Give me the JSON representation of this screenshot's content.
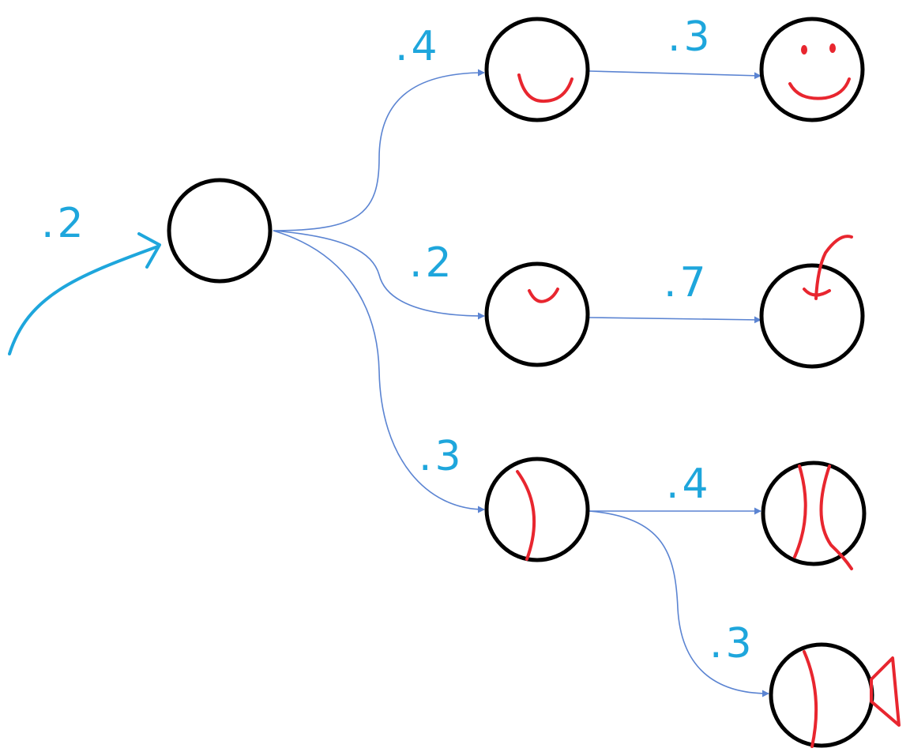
{
  "colors": {
    "node_stroke": "#000000",
    "feature_stroke": "#e8262f",
    "edge_stroke": "#5b84d2",
    "label_color": "#1ea6dc",
    "incoming_stroke": "#1ea6dc"
  },
  "incoming": {
    "label": ".2"
  },
  "nodes": [
    {
      "id": "root",
      "feature": "none"
    },
    {
      "id": "top-1",
      "feature": "wide-smile"
    },
    {
      "id": "top-2",
      "feature": "smiley-face"
    },
    {
      "id": "mid-1",
      "feature": "small-smile"
    },
    {
      "id": "mid-2",
      "feature": "apple-stem"
    },
    {
      "id": "bottom-1",
      "feature": "seam-arc"
    },
    {
      "id": "bottom-2",
      "feature": "baseball-seams"
    },
    {
      "id": "bottom-3",
      "feature": "fish-with-tail"
    }
  ],
  "edges": [
    {
      "from": "root",
      "to": "top-1",
      "label": ".4"
    },
    {
      "from": "root",
      "to": "mid-1",
      "label": ".2"
    },
    {
      "from": "root",
      "to": "bottom-1",
      "label": ".3"
    },
    {
      "from": "top-1",
      "to": "top-2",
      "label": ".3"
    },
    {
      "from": "mid-1",
      "to": "mid-2",
      "label": ".7"
    },
    {
      "from": "bottom-1",
      "to": "bottom-2",
      "label": ".4"
    },
    {
      "from": "bottom-1",
      "to": "bottom-3",
      "label": ".3"
    }
  ]
}
